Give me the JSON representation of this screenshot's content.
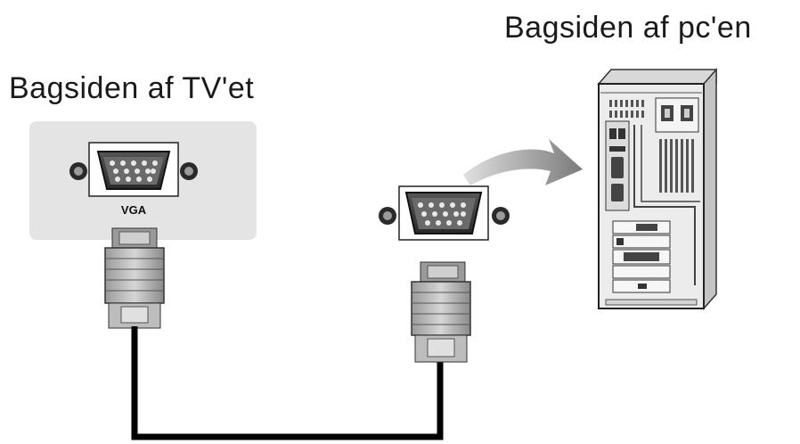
{
  "diagram": {
    "tv_heading": "Bagsiden af TV'et",
    "pc_heading": "Bagsiden af pc'en",
    "tv_port_label": "VGA"
  },
  "colors": {
    "panel": "#e4e4e4",
    "connector_dark": "#3a3a3a",
    "connector_mid": "#8a8a8a",
    "plug_body": "#bdbdbd",
    "cable": "#000000",
    "arrow": "#8c8c8c",
    "pc_case": "#ececec"
  }
}
